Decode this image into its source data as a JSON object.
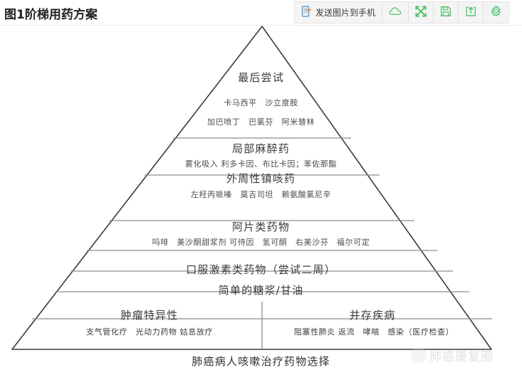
{
  "header": {
    "title": "图1阶梯用药方案"
  },
  "toolbar": {
    "send_to_phone_label": "发送图片到手机",
    "icons": [
      {
        "name": "send-to-phone-icon",
        "glyph": "phone"
      },
      {
        "name": "cloud-icon",
        "glyph": "cloud"
      },
      {
        "name": "fullscreen-icon",
        "glyph": "expand"
      },
      {
        "name": "save-icon",
        "glyph": "floppy"
      },
      {
        "name": "share-icon",
        "glyph": "share"
      },
      {
        "name": "settings-icon",
        "glyph": "gear"
      }
    ],
    "accent_color": "#3fbf5f",
    "bg_color": "#f4f4f4",
    "border_color": "#e2e2e2"
  },
  "diagram": {
    "caption": "肺癌病人咳嗽治疗药物选择",
    "outline_color": "#3a3a3a",
    "divider_color": "#8c8c8c",
    "fill_color": "#ffffff",
    "tiers": [
      {
        "id": "tier-last-attempt",
        "heading": "最后尝试",
        "lines": [
          "卡马西平　沙立度胺",
          "加巴喷丁　巴氯芬　阿米替林"
        ]
      },
      {
        "id": "tier-local-anesthetic",
        "heading": "局部麻醉药",
        "lines": [
          "雾化吸入 利多卡因、布比卡因；苯佐那酯"
        ]
      },
      {
        "id": "tier-peripheral-antitussive",
        "heading": "外周性镇咳药",
        "lines": [
          "左羟丙哌嗪　莫吉司坦　赖氨酸氯尼辛"
        ]
      },
      {
        "id": "tier-opioids",
        "heading": "阿片类药物",
        "lines": [
          "吗啡　美沙酮甜浆剂 可待因　氢可酮　右美沙芬　福尔可定"
        ]
      },
      {
        "id": "tier-oral-steroids",
        "heading": "口服激素类药物（尝试二周）",
        "lines": []
      },
      {
        "id": "tier-simple-syrup",
        "heading": "简单的糖浆/甘油",
        "lines": []
      }
    ],
    "base_row": {
      "left": {
        "id": "base-tumor-specific",
        "heading": "肿瘤特异性",
        "line": "支气管化疗　光动力药物 姑息放疗"
      },
      "right": {
        "id": "base-comorbidity",
        "heading": "并存疾病",
        "line": "阻塞性肺炎 返流　哮喘　感染（医疗检查）"
      }
    }
  },
  "watermark": {
    "text": "肺癌康复圈"
  }
}
